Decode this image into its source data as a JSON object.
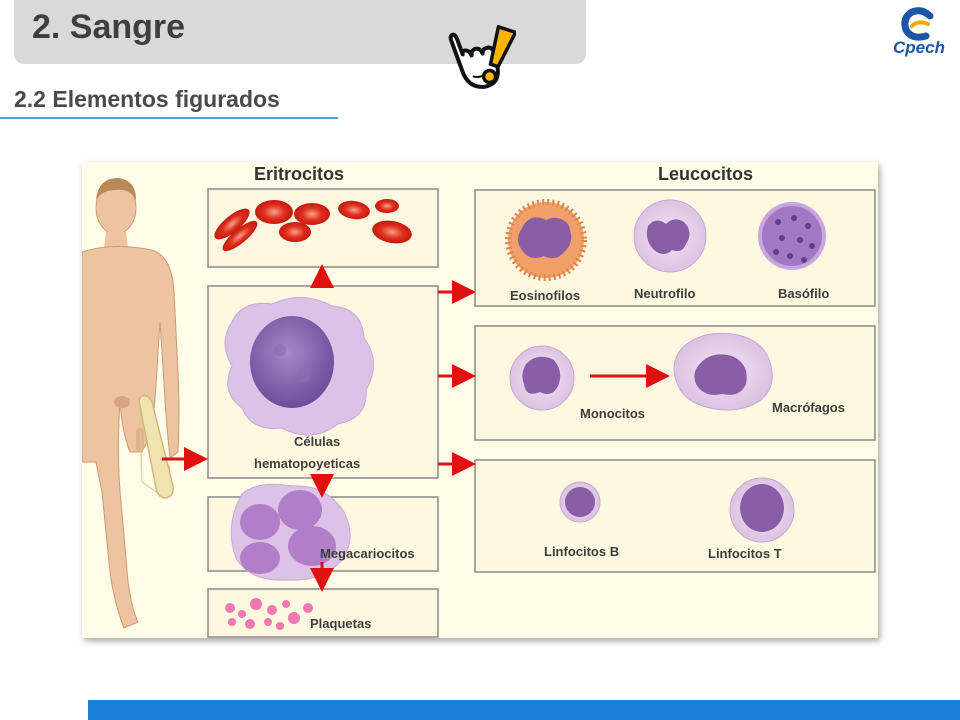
{
  "header": {
    "title": "2. Sangre",
    "subtitle": "2.2 Elementos figurados",
    "logo_text": "Cpech"
  },
  "diagram": {
    "headers": {
      "eritrocitos": "Eritrocitos",
      "leucocitos": "Leucocitos"
    },
    "labels": {
      "celulas_line1": "Células",
      "celulas_line2": "hematopoyeticas",
      "megacariocitos": "Megacariocitos",
      "plaquetas": "Plaquetas",
      "eosinofilos": "Eosinofilos",
      "neutrofilo": "Neutrofilo",
      "basofilo": "Basófilo",
      "monocitos": "Monocitos",
      "macrofagos": "Macrófagos",
      "linfocitos_b": "Linfocitos B",
      "linfocitos_t": "Linfocitos T"
    }
  },
  "colors": {
    "accent_blue": "#1a7fd6",
    "arrow_red": "#e01010",
    "title_gray": "#d9d9d9"
  },
  "icons": {
    "hand": "hand-pointer-warning-icon",
    "logo": "cpech-logo"
  }
}
